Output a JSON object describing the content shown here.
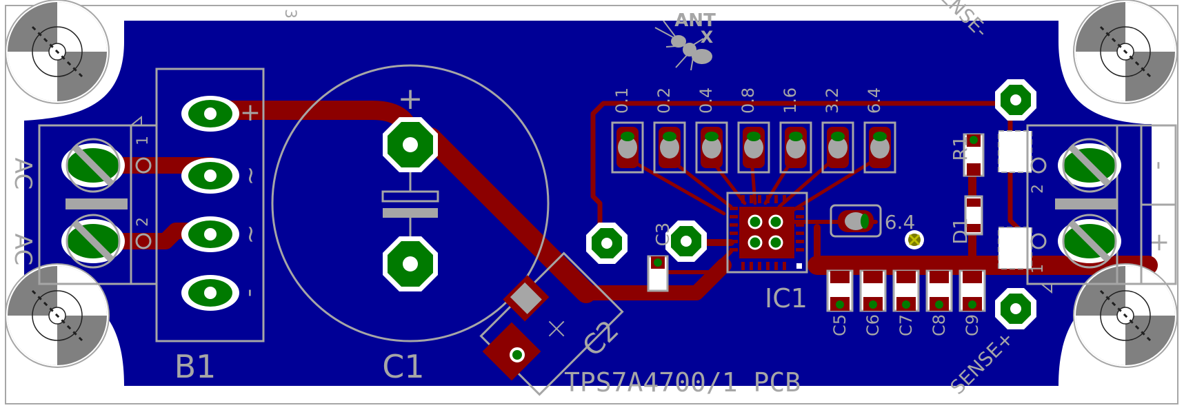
{
  "board": {
    "title": "TPS7A4700/1 PCB",
    "logo_line1": "ANT",
    "logo_line2": "X",
    "corner_mark": "3"
  },
  "labels": {
    "b1": "B1",
    "c1": "C1",
    "c2": "C2",
    "c3": "C3",
    "ic1": "IC1",
    "r1": "R1",
    "d1": "D1",
    "val64": "6.4",
    "sense_minus": "SENSE-",
    "sense_plus": "SENSE+",
    "ac_top": "AC",
    "ac_bottom": "AC",
    "plus": "+",
    "minus": "-",
    "tilde": "~",
    "pin1": "1",
    "pin2": "2",
    "c1_plus": "+"
  },
  "trim_resistors": [
    "0.1",
    "0.2",
    "0.4",
    "0.8",
    "1.6",
    "3.2",
    "6.4"
  ],
  "bottom_caps": [
    "C5",
    "C6",
    "C7",
    "C8",
    "C9"
  ],
  "colors": {
    "copper_fill": "#000096",
    "trace": "#8c0000",
    "pad": "#007a00",
    "silkscreen": "#a6a6a6",
    "background": "#ffffff"
  }
}
